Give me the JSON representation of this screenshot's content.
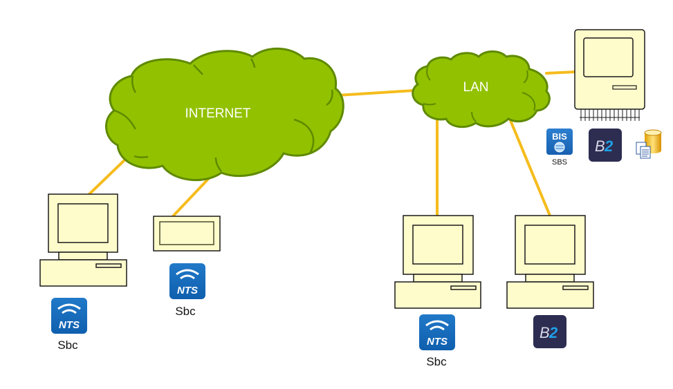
{
  "clouds": {
    "internet": {
      "label": "INTERNET"
    },
    "lan": {
      "label": "LAN"
    }
  },
  "nodes": {
    "client_1": {
      "type": "desktop-pc",
      "app_icon": "nts-icon",
      "caption": "Sbc"
    },
    "client_2": {
      "type": "thin-client",
      "app_icon": "nts-icon",
      "caption": "Sbc"
    },
    "lan_client_1": {
      "type": "desktop-pc",
      "app_icon": "nts-icon",
      "caption": "Sbc"
    },
    "lan_client_2": {
      "type": "desktop-pc",
      "app_icon": "b2-icon",
      "caption": ""
    },
    "server": {
      "type": "server",
      "icons": [
        {
          "name": "bis-icon",
          "text": "BIS",
          "caption": "SBS"
        },
        {
          "name": "b2-icon",
          "text": "B2"
        },
        {
          "name": "database-documents-icon"
        }
      ]
    }
  },
  "icon_text": {
    "nts": "NTS",
    "b2_b": "B",
    "b2_2": "2",
    "bis": "BIS"
  },
  "colors": {
    "cloud_fill": "#92c100",
    "cloud_stroke": "#5f8a00",
    "link": "#f5bc1c",
    "device_fill": "#fffccc",
    "device_stroke": "#1a1a1a",
    "nts_blue": "#1a6fbf",
    "b2_bg": "#2d2d52",
    "b2_accent": "#1ea0e6"
  }
}
